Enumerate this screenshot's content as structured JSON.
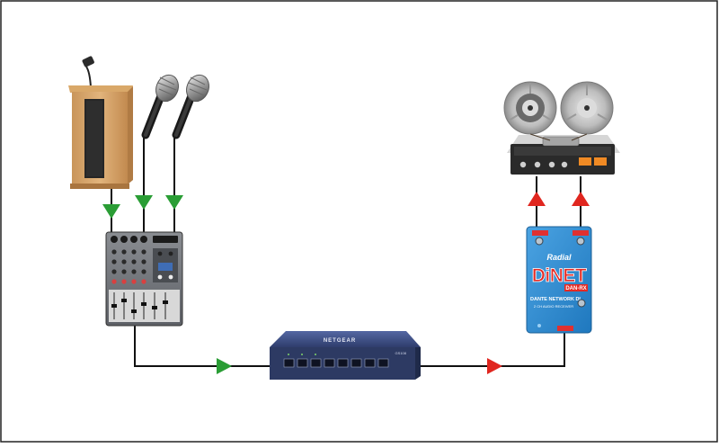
{
  "diagram": {
    "colors": {
      "wire": "#111111",
      "input_arrow": "#2a9d35",
      "output_arrow": "#e0261f",
      "frame": "#222222",
      "dinet_blue": "#2f8fd6",
      "switch_blue": "#3d4e86"
    },
    "devices": {
      "switch": {
        "brand": "NETGEAR",
        "model": "GS108"
      },
      "dinet": {
        "brand": "Radial",
        "name": "DiNET",
        "model": "DAN-RX",
        "subtitle": "DANTE NETWORK DI",
        "caption": "2 CH AUDIO RECEIVER"
      }
    }
  }
}
